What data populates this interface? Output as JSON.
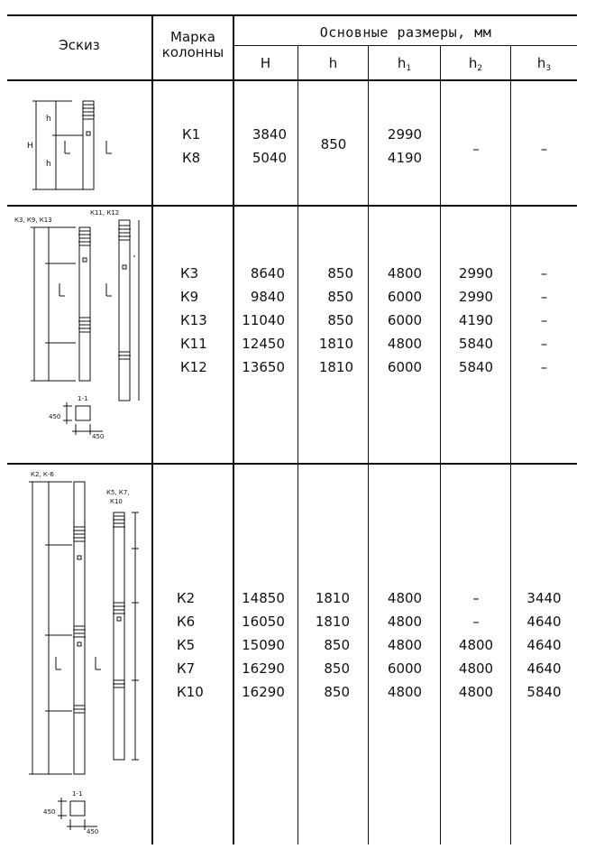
{
  "header": {
    "sketch": "Эскиз",
    "mark_line1": "Марка",
    "mark_line2": "колонны",
    "main_dims": "Основные размеры, мм",
    "dims": [
      "H",
      "h",
      "h",
      "h",
      "h"
    ],
    "dims_sub": [
      "",
      "",
      "1",
      "2",
      "3"
    ]
  },
  "groups": [
    {
      "marks": [
        "К1",
        "К8"
      ],
      "H": [
        "3840",
        "5040"
      ],
      "h": [
        "850"
      ],
      "h1": [
        "2990",
        "4190"
      ],
      "h2": [
        "–"
      ],
      "h3": [
        "–"
      ],
      "sketch_labels": []
    },
    {
      "marks": [
        "К3",
        "К9",
        "К13",
        "К11",
        "К12"
      ],
      "H": [
        "8640",
        "9840",
        "11040",
        "12450",
        "13650"
      ],
      "h": [
        "850",
        "850",
        "850",
        "1810",
        "1810"
      ],
      "h1": [
        "4800",
        "6000",
        "6000",
        "4800",
        "6000"
      ],
      "h2": [
        "2990",
        "2990",
        "4190",
        "5840",
        "5840"
      ],
      "h3": [
        "–",
        "–",
        "–",
        "–",
        "–"
      ],
      "sketch_labels": [
        "К3, К9, К13",
        "К11, К12",
        "1-1",
        "450",
        "450"
      ]
    },
    {
      "marks": [
        "К2",
        "К6",
        "К5",
        "К7",
        "К10"
      ],
      "H": [
        "14850",
        "16050",
        "15090",
        "16290",
        "16290"
      ],
      "h": [
        "1810",
        "1810",
        "850",
        "850",
        "850"
      ],
      "h1": [
        "4800",
        "4800",
        "4800",
        "6000",
        "4800"
      ],
      "h2": [
        "–",
        "–",
        "4800",
        "4800",
        "4800"
      ],
      "h3": [
        "3440",
        "4640",
        "4640",
        "4640",
        "5840"
      ],
      "sketch_labels": [
        "К2, К-6",
        "К5, К7,",
        "К10",
        "1-1",
        "450",
        "450"
      ]
    }
  ],
  "joined": {
    "g0": {
      "marks": "К1\nК8",
      "H": "3840\n5040",
      "h1": "2990\n4190"
    },
    "g1": {
      "marks": "К3\nК9\nК13\nК11\nК12",
      "H": "8640\n9840\n11040\n12450\n13650",
      "h": "850\n850\n850\n1810\n1810",
      "h1": "4800\n6000\n6000\n4800\n6000",
      "h2": "2990\n2990\n4190\n5840\n5840",
      "h3": "–\n–\n–\n–\n–"
    },
    "g2": {
      "marks": "К2\nК6\nК5\nК7\nК10",
      "H": "14850\n16050\n15090\n16290\n16290",
      "h": "1810\n1810\n850\n850\n850",
      "h1": "4800\n4800\n4800\n6000\n4800",
      "h2": "–\n–\n4800\n4800\n4800",
      "h3": "3440\n4640\n4640\n4640\n5840"
    }
  }
}
